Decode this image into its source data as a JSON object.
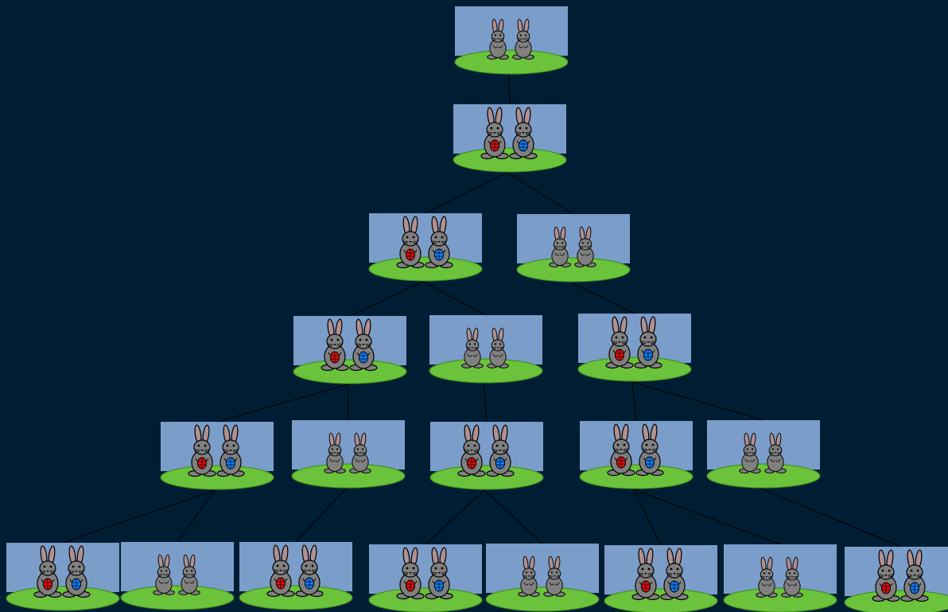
{
  "colors": {
    "background": "#001e33",
    "sky": "#7b9dc9",
    "grass": "#6ac33a",
    "grass_edge": "#3e8a1c",
    "bunny_body": "#808080",
    "bunny_ear": "#b09090",
    "egg_left": "#e01010",
    "egg_right": "#1080ff",
    "connector": "#000000"
  },
  "tree": {
    "levels": 6,
    "nodes": [
      {
        "id": "n1",
        "level": 1,
        "kind": "young"
      },
      {
        "id": "n2",
        "level": 2,
        "kind": "adult",
        "parent": "n1"
      },
      {
        "id": "n3",
        "level": 3,
        "kind": "adult",
        "parent": "n2"
      },
      {
        "id": "n4",
        "level": 3,
        "kind": "young",
        "parent": "n2"
      },
      {
        "id": "n5",
        "level": 4,
        "kind": "adult",
        "parent": "n3"
      },
      {
        "id": "n6",
        "level": 4,
        "kind": "young",
        "parent": "n3"
      },
      {
        "id": "n7",
        "level": 4,
        "kind": "adult",
        "parent": "n4"
      },
      {
        "id": "n8",
        "level": 5,
        "kind": "adult",
        "parent": "n5"
      },
      {
        "id": "n9",
        "level": 5,
        "kind": "young",
        "parent": "n5"
      },
      {
        "id": "n10",
        "level": 5,
        "kind": "adult",
        "parent": "n6"
      },
      {
        "id": "n11",
        "level": 5,
        "kind": "adult",
        "parent": "n7"
      },
      {
        "id": "n12",
        "level": 5,
        "kind": "young",
        "parent": "n7"
      },
      {
        "id": "n13",
        "level": 6,
        "kind": "adult",
        "parent": "n8"
      },
      {
        "id": "n14",
        "level": 6,
        "kind": "young",
        "parent": "n8"
      },
      {
        "id": "n15",
        "level": 6,
        "kind": "adult",
        "parent": "n9"
      },
      {
        "id": "n16",
        "level": 6,
        "kind": "adult",
        "parent": "n10"
      },
      {
        "id": "n17",
        "level": 6,
        "kind": "young",
        "parent": "n10"
      },
      {
        "id": "n18",
        "level": 6,
        "kind": "adult",
        "parent": "n11"
      },
      {
        "id": "n19",
        "level": 6,
        "kind": "young",
        "parent": "n11"
      },
      {
        "id": "n20",
        "level": 6,
        "kind": "adult",
        "parent": "n12"
      }
    ]
  }
}
